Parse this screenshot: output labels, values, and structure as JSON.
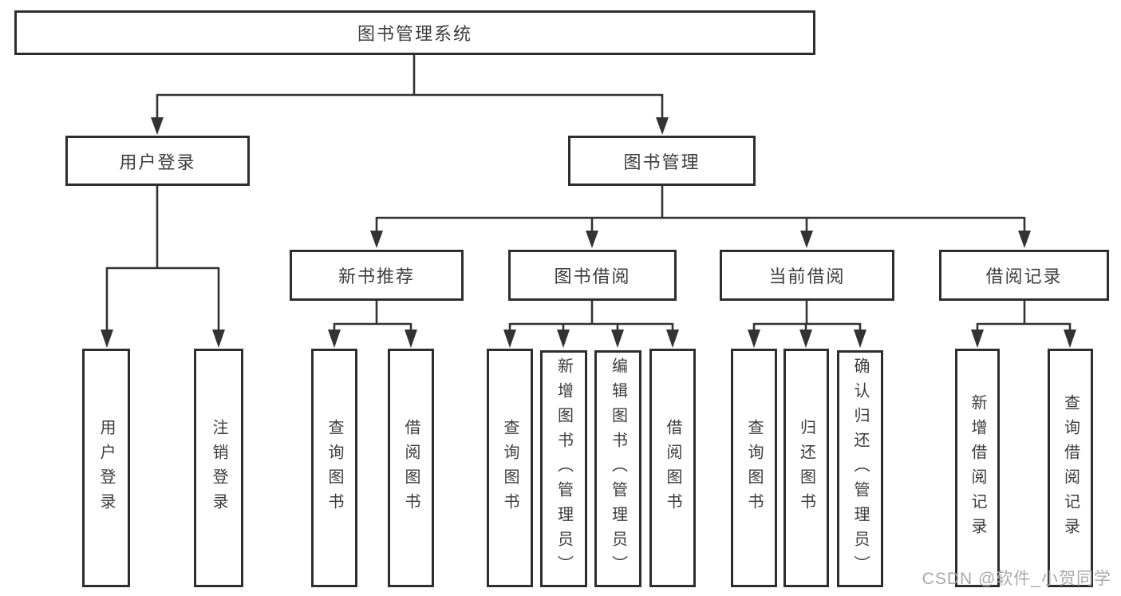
{
  "root": {
    "label": "图书管理系统"
  },
  "user_branch": {
    "label": "用户登录",
    "children": [
      {
        "label": "用户登录"
      },
      {
        "label": "注销登录"
      }
    ]
  },
  "book_branch": {
    "label": "图书管理",
    "modules": [
      {
        "label": "新书推荐",
        "children": [
          {
            "label": "查询图书"
          },
          {
            "label": "借阅图书"
          }
        ]
      },
      {
        "label": "图书借阅",
        "children": [
          {
            "label": "查询图书"
          },
          {
            "label": "新增图书（管理员）"
          },
          {
            "label": "编辑图书（管理员）"
          },
          {
            "label": "借阅图书"
          }
        ]
      },
      {
        "label": "当前借阅",
        "children": [
          {
            "label": "查询图书"
          },
          {
            "label": "归还图书"
          },
          {
            "label": "确认归还（管理员）"
          }
        ]
      },
      {
        "label": "借阅记录",
        "children": [
          {
            "label": "新增借阅记录"
          },
          {
            "label": "查询借阅记录"
          }
        ]
      }
    ]
  },
  "watermark": "CSDN @软件_小贺同学",
  "colors": {
    "line": "#333333",
    "box_border": "#2e2e2e",
    "text": "#3c3c3c",
    "watermark": "#a9a9a9",
    "background": "#ffffff"
  }
}
